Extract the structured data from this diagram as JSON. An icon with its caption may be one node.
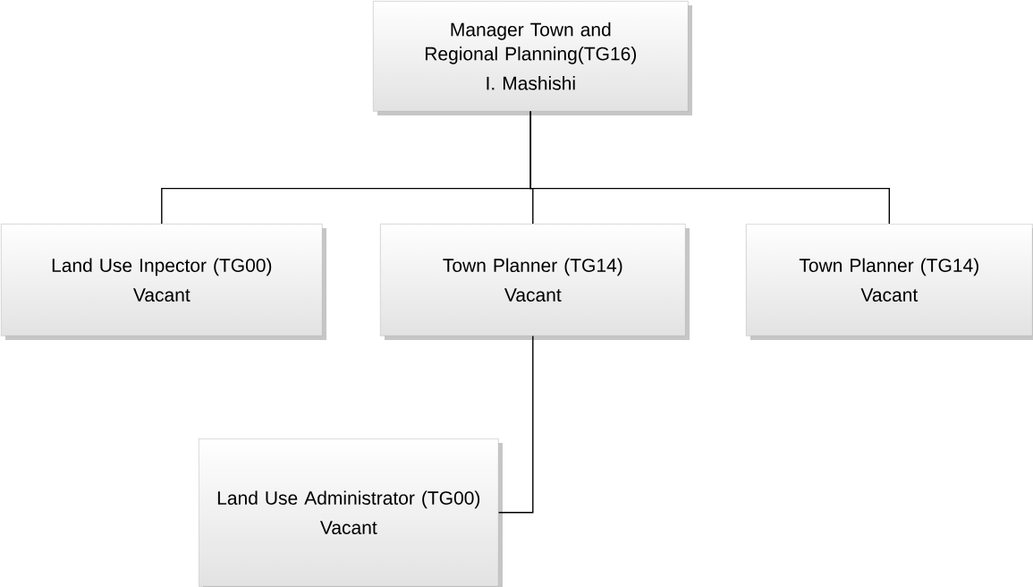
{
  "diagram": {
    "nodes": [
      {
        "text": [
          "Manager Town and Regional Planning(TG16)",
          "I. Mashishi"
        ]
      },
      {
        "text": [
          "Land Use Inpector (TG00)",
          "Vacant"
        ]
      },
      {
        "text": [
          "Town Planner (TG14)",
          "Vacant"
        ]
      },
      {
        "text": [
          "Town Planner (TG14)",
          "Vacant"
        ]
      },
      {
        "text": [
          "Land Use Administrator (TG00)",
          "Vacant"
        ]
      }
    ],
    "edges": [
      {
        "from": 0,
        "to": 1,
        "arrow": "none"
      },
      {
        "from": 0,
        "to": 2,
        "arrow": "none"
      },
      {
        "from": 0,
        "to": 3,
        "arrow": "none"
      },
      {
        "from": 2,
        "to": 4,
        "arrow": "none"
      }
    ]
  }
}
